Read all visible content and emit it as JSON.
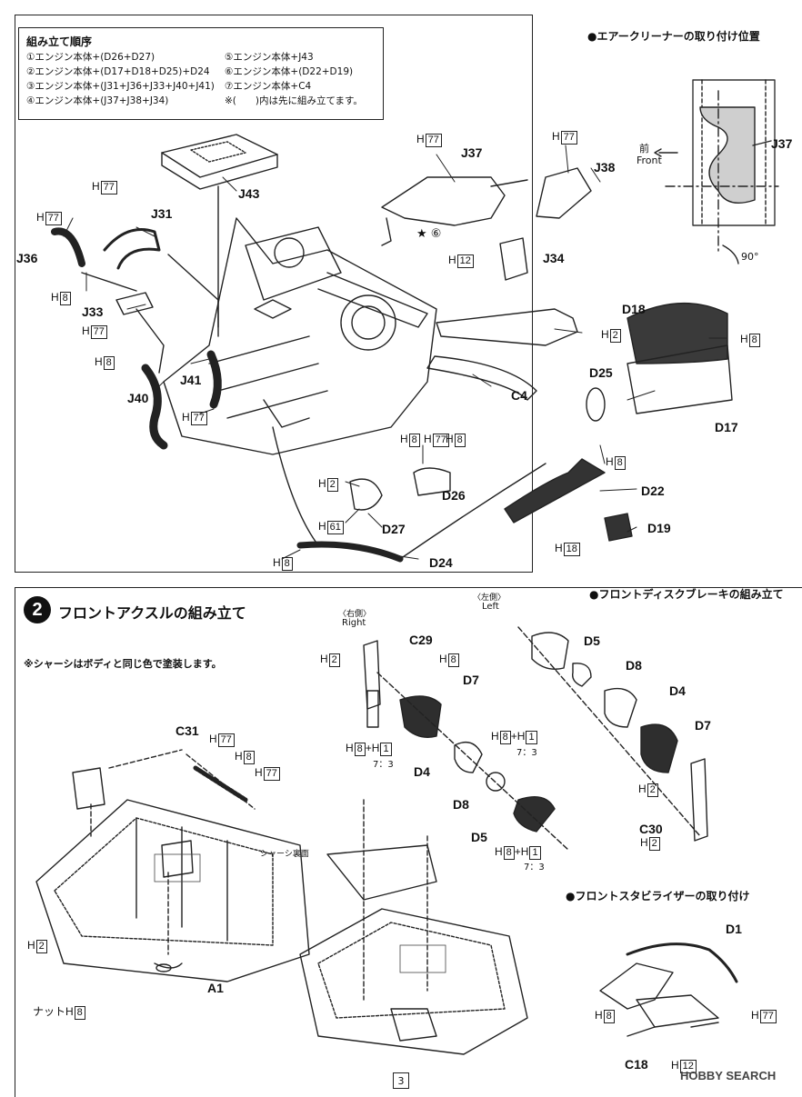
{
  "assembly_order": {
    "title": "組み立て順序",
    "steps": [
      "①エンジン本体+(D26+D27)",
      "②エンジン本体+(D17+D18+D25)+D24",
      "③エンジン本体+(J31+J36+J33+J40+J41)",
      "④エンジン本体+(J37+J38+J34)",
      "⑤エンジン本体+J43",
      "⑥エンジン本体+(D22+D19)",
      "⑦エンジン本体+C4",
      "※(　　)内は先に組み立てます。"
    ]
  },
  "air_cleaner": {
    "title": "●エアークリーナーの取り付け位置",
    "part": "J37",
    "front_jp": "前",
    "front_en": "Front",
    "angle": "90°"
  },
  "engine_labels": {
    "J37": "J37",
    "J38": "J38",
    "J34": "J34",
    "J43": "J43",
    "J31": "J31",
    "J36": "J36",
    "J33": "J33",
    "J41": "J41",
    "J40": "J40",
    "D18": "D18",
    "D17": "D17",
    "D25": "D25",
    "C4": "C4",
    "D22": "D22",
    "D19": "D19",
    "D26": "D26",
    "D27": "D27",
    "D24": "D24"
  },
  "engine_hcodes": {
    "h77_a": "77",
    "h77_b": "77",
    "h77_c": "77",
    "h77_d": "77",
    "h77_e": "77",
    "h77_f": "77",
    "h77_g": "77",
    "h12": "12",
    "h2_a": "2",
    "h2_b": "2",
    "h8_a": "8",
    "h8_b": "8",
    "h8_c": "8",
    "h8_d": "8",
    "h8_e": "8",
    "h8_f": "8",
    "h8_g": "8",
    "h61": "61",
    "h18": "18"
  },
  "step6_marker": "⑥",
  "section2": {
    "number": "2",
    "title": "フロントアクスルの組み立て",
    "note": "※シャーシはボディと同じ色で塗装します。",
    "right_jp": "〈右側〉",
    "right_en": "Right",
    "left_jp": "〈左側〉",
    "left_en": "Left",
    "chassis_underside": "シャーシ裏面",
    "nut": "ナットH",
    "ratio": "7：3",
    "labels": {
      "C31": "C31",
      "A1": "A1",
      "C29": "C29",
      "D7a": "D7",
      "D4a": "D4",
      "D8a": "D8",
      "D5a": "D5",
      "D5b": "D5",
      "D8b": "D8",
      "D4b": "D4",
      "D7b": "D7",
      "C30": "C30"
    }
  },
  "disc_brake_title": "●フロントディスクブレーキの組み立て",
  "stabilizer": {
    "title": "●フロントスタビライザーの取り付け",
    "D1": "D1",
    "C18": "C18"
  },
  "page_number": "3",
  "watermark": "HOBBY SEARCH"
}
